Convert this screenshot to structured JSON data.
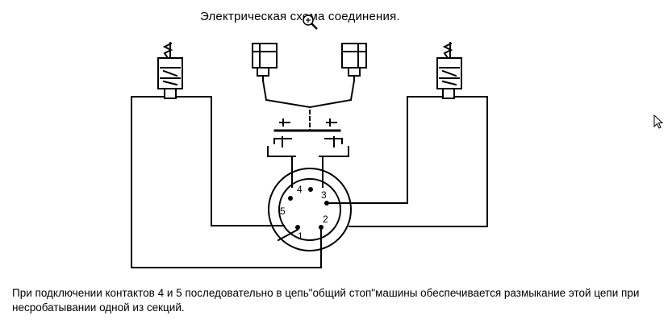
{
  "title": "Электрическая схема соединения.",
  "caption": "При подключении контактов 4 и 5 последовательно в цепь\"общий стоп\"машины обеспечивается размыкание этой цепи при несробатывании одной из секций.",
  "pins": [
    "1",
    "2",
    "3",
    "4",
    "5"
  ],
  "icons": [
    "magnifier-icon",
    "cursor-arrow-icon"
  ],
  "colors": {
    "line": "#000000",
    "background": "#ffffff"
  }
}
